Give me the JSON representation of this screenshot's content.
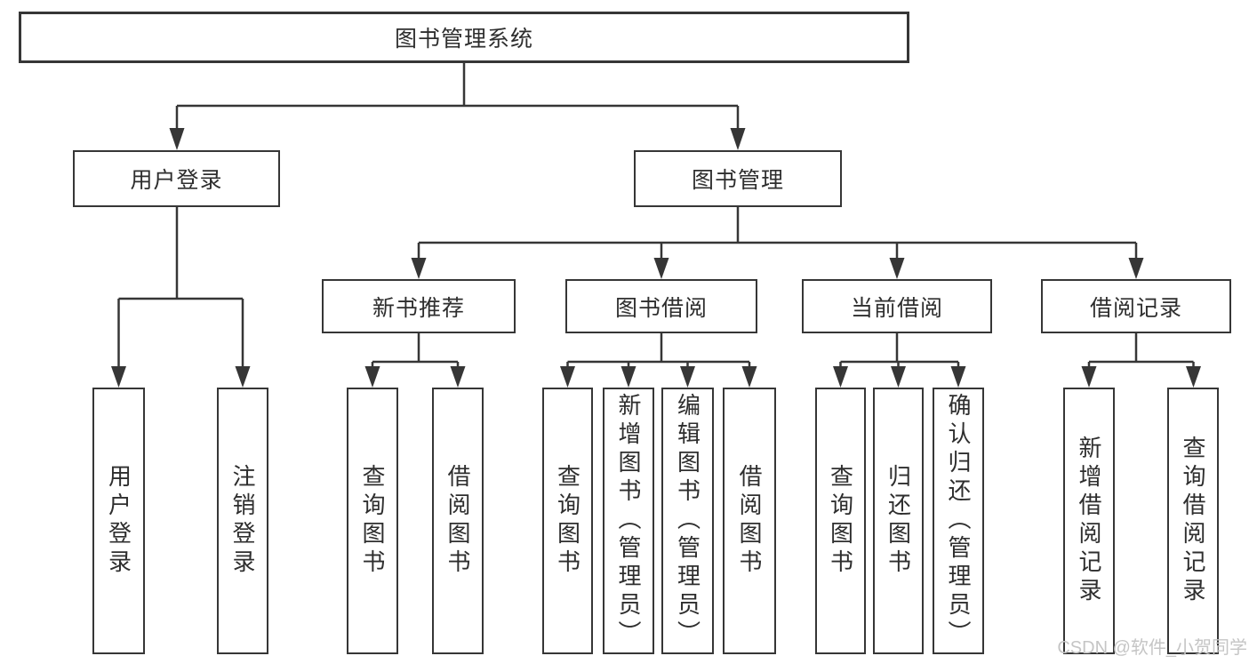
{
  "page": {
    "background": "#ffffff"
  },
  "colors": {
    "line": "#363636",
    "box_border": "#363636",
    "text": "#2e2e2e",
    "watermark": "#c5c5c5"
  },
  "watermark": {
    "text": "CSDN @软件_小贺同学"
  },
  "nodes": {
    "root": {
      "label": "图书管理系统"
    },
    "user_login": {
      "label": "用户登录"
    },
    "book_mgmt": {
      "label": "图书管理"
    },
    "new_book_rec": {
      "label": "新书推荐"
    },
    "book_borrow": {
      "label": "图书借阅"
    },
    "current_borrow": {
      "label": "当前借阅"
    },
    "borrow_records": {
      "label": "借阅记录"
    },
    "leaf_user_login": {
      "label": "用户登录"
    },
    "leaf_logout": {
      "label": "注销登录"
    },
    "leaf_nbr_query": {
      "label": "查询图书"
    },
    "leaf_nbr_borrow": {
      "label": "借阅图书"
    },
    "leaf_bb_query": {
      "label": "查询图书"
    },
    "leaf_bb_add": {
      "label": "新增图书（管理员）"
    },
    "leaf_bb_edit": {
      "label": "编辑图书（管理员）"
    },
    "leaf_bb_borrow": {
      "label": "借阅图书"
    },
    "leaf_cb_query": {
      "label": "查询图书"
    },
    "leaf_cb_return": {
      "label": "归还图书"
    },
    "leaf_cb_confirm": {
      "label": "确认归还（管理员）"
    },
    "leaf_br_add": {
      "label": "新增借阅记录"
    },
    "leaf_br_query": {
      "label": "查询借阅记录"
    }
  }
}
